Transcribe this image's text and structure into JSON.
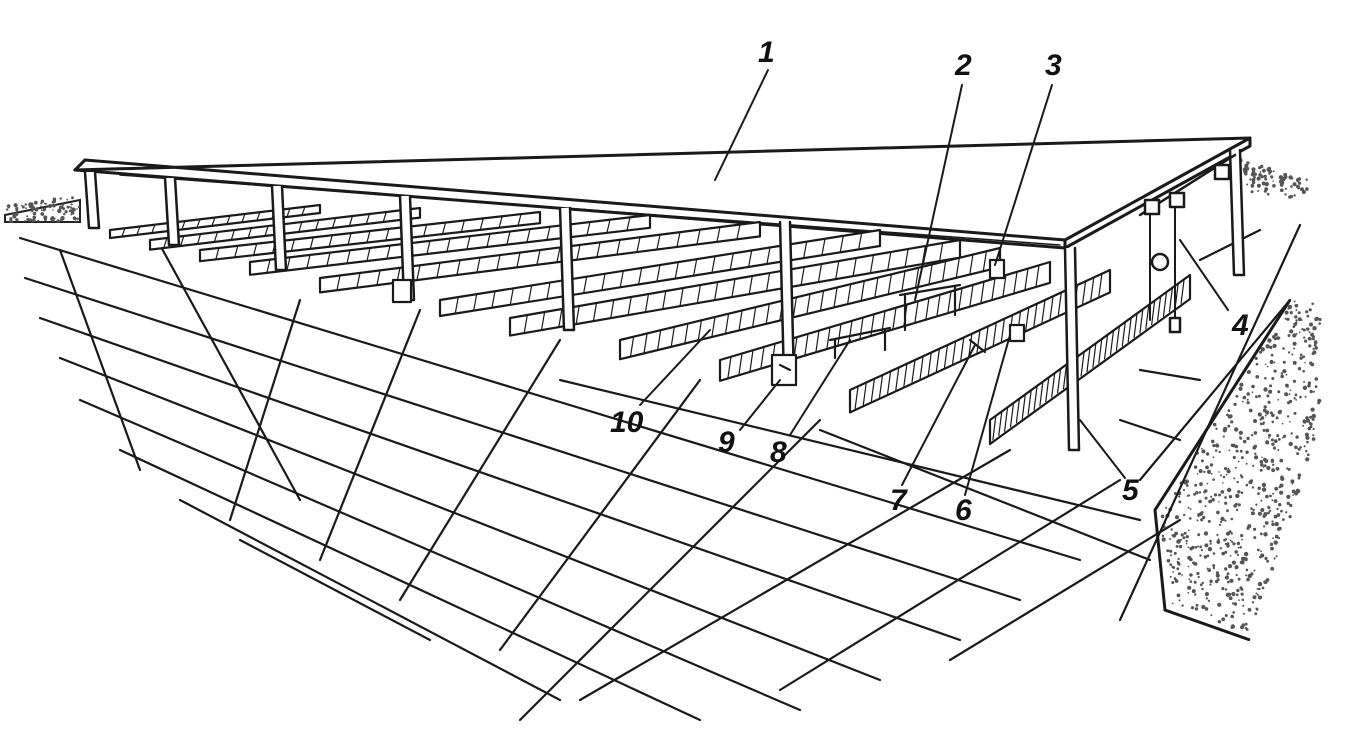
{
  "figure": {
    "callouts": [
      {
        "id": "c1",
        "label": "1"
      },
      {
        "id": "c2",
        "label": "2"
      },
      {
        "id": "c3",
        "label": "3"
      },
      {
        "id": "c4",
        "label": "4"
      },
      {
        "id": "c5",
        "label": "5"
      },
      {
        "id": "c6",
        "label": "6"
      },
      {
        "id": "c7",
        "label": "7"
      },
      {
        "id": "c8",
        "label": "8"
      },
      {
        "id": "c9",
        "label": "9"
      },
      {
        "id": "c10",
        "label": "10"
      }
    ]
  },
  "colors": {
    "ink": "#1a1a1a",
    "paper": "#ffffff",
    "gravel": "#555555"
  }
}
